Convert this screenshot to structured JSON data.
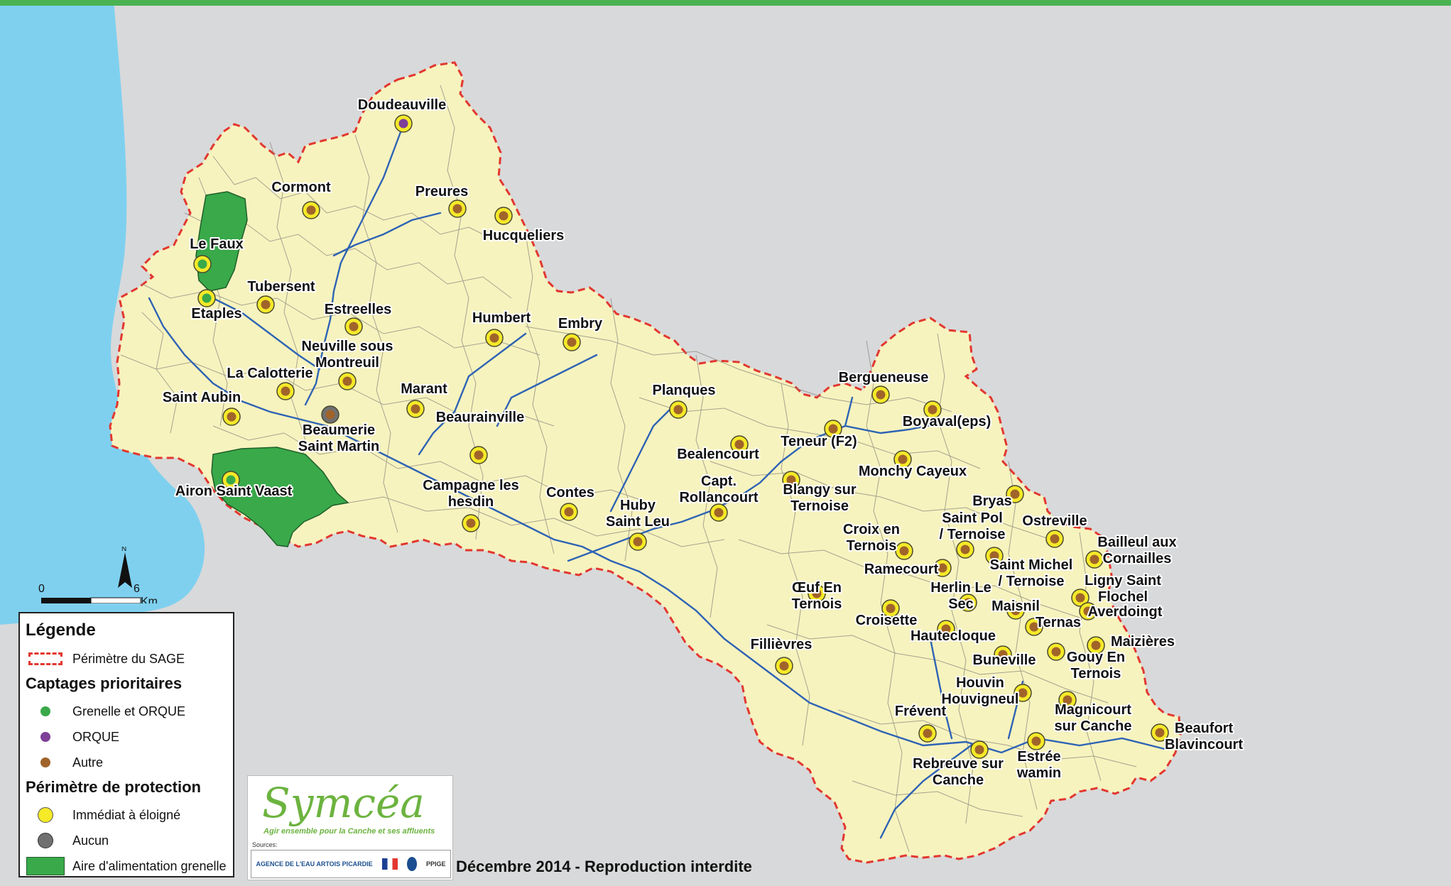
{
  "colors": {
    "sea": "#7fd0ef",
    "land": "#f7f3be",
    "outside": "#d8d9da",
    "grenelle_area": "#39a94a",
    "perimeter": "#e2372f",
    "river": "#2e63b5",
    "point_ring": "#f5e928",
    "autre": "#a0642a",
    "orque": "#7d3f98",
    "aucun": "#8a8a8a",
    "top_bar": "#4bb252"
  },
  "scale_bar": {
    "start": "0",
    "end": "6",
    "unit": "Km",
    "north": "N"
  },
  "legend": {
    "title": "Légende",
    "perimeter_label": "Périmètre du SAGE",
    "captages_title": "Captages prioritaires",
    "items_captages": [
      {
        "label": "Grenelle et ORQUE",
        "color": "#39a94a"
      },
      {
        "label": "ORQUE",
        "color": "#7d3f98"
      },
      {
        "label": "Autre",
        "color": "#a0642a"
      }
    ],
    "protection_title": "Périmètre de protection",
    "items_protection": [
      {
        "label": "Immédiat à éloigné",
        "color": "#f5e928"
      },
      {
        "label": "Aucun",
        "color": "#707070"
      },
      {
        "label": "Aire d'alimentation grenelle",
        "color": "#39a94a"
      }
    ]
  },
  "logo": {
    "name": "Symcéa",
    "tagline": "Agir ensemble pour la Canche et ses affluents",
    "sources_label": "Sources:",
    "agency": "AGENCE DE L'EAU ARTOIS PICARDIE",
    "ppige": "PPIGE"
  },
  "footer": "Décembre 2014 - Reproduction interdite",
  "captages": [
    {
      "name": "Doudeauville",
      "type": "ORQUE",
      "protection": "Immédiat à éloigné"
    },
    {
      "name": "Cormont",
      "type": "Autre",
      "protection": "Immédiat à éloigné"
    },
    {
      "name": "Preures",
      "type": "Autre",
      "protection": "Immédiat à éloigné"
    },
    {
      "name": "Hucqueliers",
      "type": "Autre",
      "protection": "Immédiat à éloigné"
    },
    {
      "name": "Le Faux",
      "type": "Grenelle et ORQUE",
      "protection": "Immédiat à éloigné"
    },
    {
      "name": "Tubersent",
      "type": "Autre",
      "protection": "Immédiat à éloigné"
    },
    {
      "name": "Etaples",
      "type": "Grenelle et ORQUE",
      "protection": "Immédiat à éloigné"
    },
    {
      "name": "Estreelles",
      "type": "Autre",
      "protection": "Immédiat à éloigné"
    },
    {
      "name": "Humbert",
      "type": "Autre",
      "protection": "Immédiat à éloigné"
    },
    {
      "name": "Embry",
      "type": "Autre",
      "protection": "Immédiat à éloigné"
    },
    {
      "name": "Neuville sous Montreuil",
      "type": "Autre",
      "protection": "Immédiat à éloigné"
    },
    {
      "name": "La Calotterie",
      "type": "Autre",
      "protection": "Immédiat à éloigné"
    },
    {
      "name": "Saint Aubin",
      "type": "Autre",
      "protection": "Immédiat à éloigné"
    },
    {
      "name": "Marant",
      "type": "Autre",
      "protection": "Immédiat à éloigné"
    },
    {
      "name": "Beaumerie Saint Martin",
      "type": "Autre",
      "protection": "Aucun"
    },
    {
      "name": "Beaurainville",
      "type": "Autre",
      "protection": "Immédiat à éloigné"
    },
    {
      "name": "Planques",
      "type": "Autre",
      "protection": "Immédiat à éloigné"
    },
    {
      "name": "Airon Saint Vaast",
      "type": "Grenelle et ORQUE",
      "protection": "Immédiat à éloigné"
    },
    {
      "name": "Campagne les hesdin",
      "type": "Autre",
      "protection": "Immédiat à éloigné"
    },
    {
      "name": "Contes",
      "type": "Autre",
      "protection": "Immédiat à éloigné"
    },
    {
      "name": "Huby Saint Leu",
      "type": "Autre",
      "protection": "Immédiat à éloigné"
    },
    {
      "name": "Bealencourt",
      "type": "Autre",
      "protection": "Immédiat à éloigné"
    },
    {
      "name": "Capt. Rollancourt",
      "type": "Autre",
      "protection": "Immédiat à éloigné"
    },
    {
      "name": "Teneur (F2)",
      "type": "Autre",
      "protection": "Immédiat à éloigné"
    },
    {
      "name": "Blangy sur Ternoise",
      "type": "Autre",
      "protection": "Immédiat à éloigné"
    },
    {
      "name": "Bergueneuse",
      "type": "Autre",
      "protection": "Immédiat à éloigné"
    },
    {
      "name": "Boyaval(eps)",
      "type": "Autre",
      "protection": "Immédiat à éloigné"
    },
    {
      "name": "Monchy Cayeux",
      "type": "Autre",
      "protection": "Immédiat à éloigné"
    },
    {
      "name": "Bryas",
      "type": "Autre",
      "protection": "Immédiat à éloigné"
    },
    {
      "name": "Saint Pol / Ternoise",
      "type": "Autre",
      "protection": "Immédiat à éloigné"
    },
    {
      "name": "Ostreville",
      "type": "Autre",
      "protection": "Immédiat à éloigné"
    },
    {
      "name": "Bailleul aux Cornailles",
      "type": "Autre",
      "protection": "Immédiat à éloigné"
    },
    {
      "name": "Croix en Ternois",
      "type": "Autre",
      "protection": "Immédiat à éloigné"
    },
    {
      "name": "Ramecourt",
      "type": "Autre",
      "protection": "Immédiat à éloigné"
    },
    {
      "name": "Saint Michel / Ternoise",
      "type": "Autre",
      "protection": "Immédiat à éloigné"
    },
    {
      "name": "Ligny Saint Flochel",
      "type": "Autre",
      "protection": "Immédiat à éloigné"
    },
    {
      "name": "Averdoingt",
      "type": "Autre",
      "protection": "Immédiat à éloigné"
    },
    {
      "name": "Œuf En Ternois",
      "type": "Autre",
      "protection": "Immédiat à éloigné"
    },
    {
      "name": "Herlin Le Sec",
      "type": "Autre",
      "protection": "Immédiat à éloigné"
    },
    {
      "name": "Croisette",
      "type": "Autre",
      "protection": "Immédiat à éloigné"
    },
    {
      "name": "Maisnil",
      "type": "Autre",
      "protection": "Immédiat à éloigné"
    },
    {
      "name": "Ternas",
      "type": "Autre",
      "protection": "Immédiat à éloigné"
    },
    {
      "name": "Hautecloque",
      "type": "Autre",
      "protection": "Immédiat à éloigné"
    },
    {
      "name": "Maizières",
      "type": "Autre",
      "protection": "Immédiat à éloigné"
    },
    {
      "name": "Fillièvres",
      "type": "Autre",
      "protection": "Immédiat à éloigné"
    },
    {
      "name": "Buneville",
      "type": "Autre",
      "protection": "Immédiat à éloigné"
    },
    {
      "name": "Gouy En Ternois",
      "type": "Autre",
      "protection": "Immédiat à éloigné"
    },
    {
      "name": "Houvin Houvigneul",
      "type": "Autre",
      "protection": "Immédiat à éloigné"
    },
    {
      "name": "Frévent",
      "type": "Autre",
      "protection": "Immédiat à éloigné"
    },
    {
      "name": "Magnicourt sur Canche",
      "type": "Autre",
      "protection": "Immédiat à éloigné"
    },
    {
      "name": "Beaufort Blavincourt",
      "type": "Autre",
      "protection": "Immédiat à éloigné"
    },
    {
      "name": "Rebreuve sur Canche",
      "type": "Autre",
      "protection": "Immédiat à éloigné"
    },
    {
      "name": "Estrée wamin",
      "type": "Autre",
      "protection": "Immédiat à éloigné"
    }
  ]
}
